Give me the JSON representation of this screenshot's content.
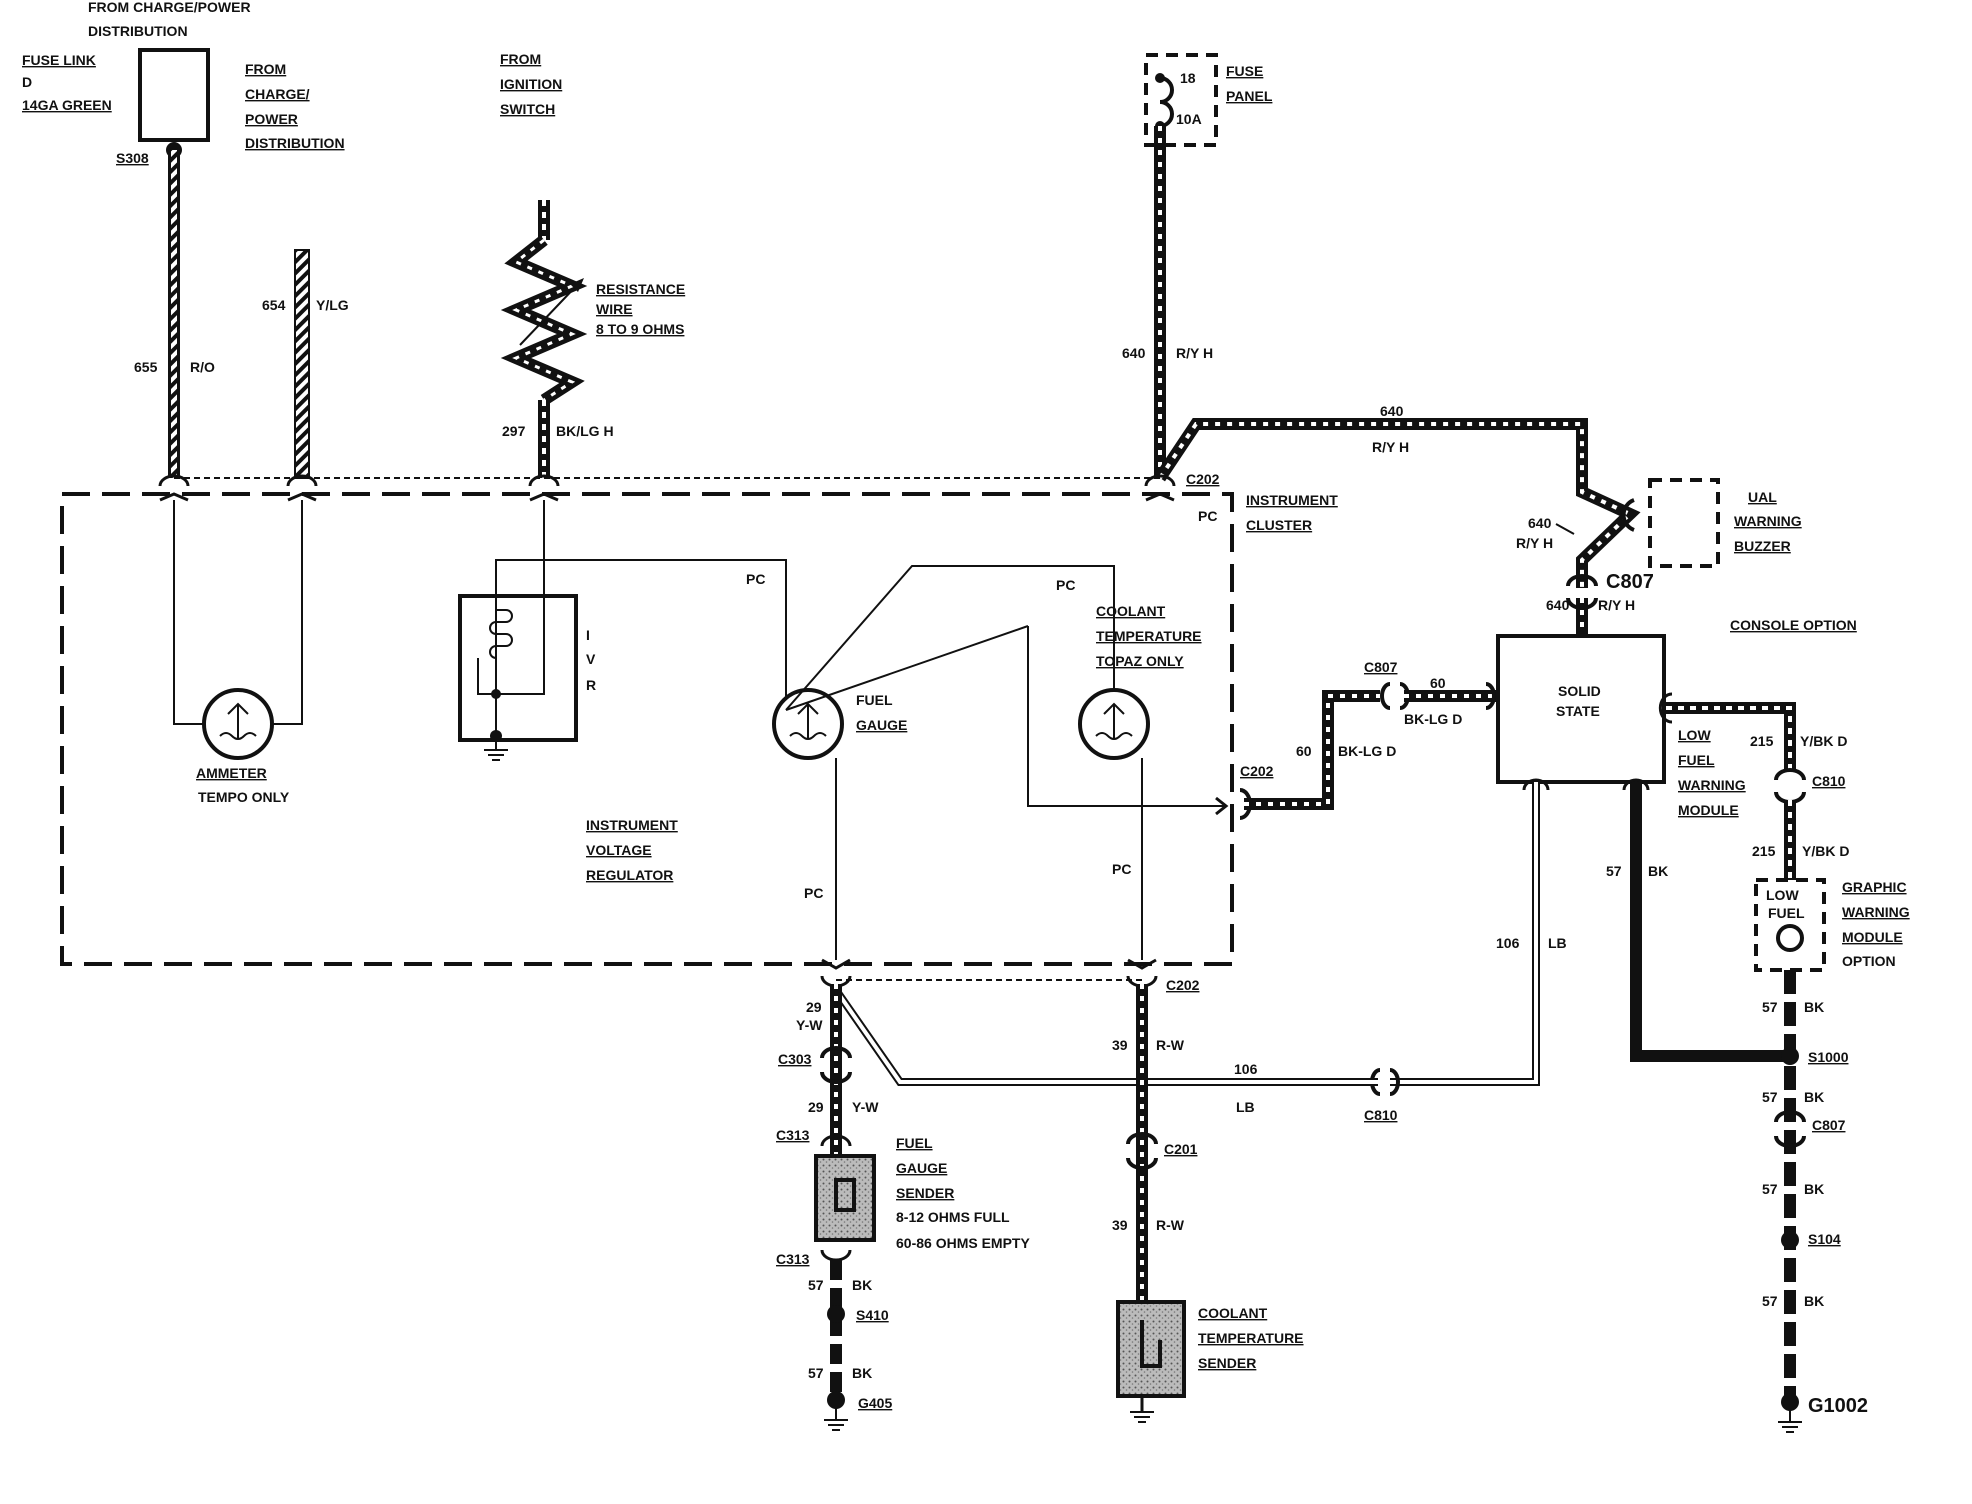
{
  "sources": {
    "charge_power_top": [
      "FROM CHARGE/POWER",
      "DISTRIBUTION"
    ],
    "fuse_link": [
      "FUSE LINK",
      "D",
      "14GA GREEN"
    ],
    "charge_power": [
      "FROM",
      "CHARGE/",
      "POWER",
      "DISTRIBUTION"
    ],
    "ignition": [
      "FROM",
      "IGNITION",
      "SWITCH"
    ],
    "fuse_panel": [
      "FUSE",
      "PANEL"
    ],
    "fuse_values": [
      "18",
      "10A"
    ]
  },
  "splices": {
    "s308": "S308",
    "s410": "S410",
    "s1000": "S1000",
    "s104": "S104"
  },
  "grounds": {
    "g405": "G405",
    "g1002": "G1002"
  },
  "connectors": {
    "c202_top": "C202",
    "c202_right": "C202",
    "c202_bottom": "C202",
    "c807_buzzer": "C807",
    "c807_module": "C807",
    "c807_lower": "C807",
    "c810_right": "C810",
    "c810_bottom": "C810",
    "c303": "C303",
    "c313_top": "C313",
    "c313_bottom": "C313",
    "c201": "C201"
  },
  "wires": {
    "w655": {
      "circuit": "655",
      "color": "R/O"
    },
    "w654": {
      "circuit": "654",
      "color": "Y/LG"
    },
    "w297": {
      "circuit": "297",
      "color": "BK/LG H"
    },
    "w640_fuse": {
      "circuit": "640",
      "color": "R/Y H"
    },
    "w640_top": {
      "circuit": "640",
      "color": "R/Y H"
    },
    "w640_buzzer": {
      "circuit": "640",
      "color": "R/Y H"
    },
    "w640_module": {
      "circuit": "640",
      "color": "R/Y H"
    },
    "w60_upper": {
      "circuit": "60",
      "color": "BK-LG D"
    },
    "w60_lower": {
      "circuit": "60",
      "color": "BK-LG D"
    },
    "w215_upper": {
      "circuit": "215",
      "color": "Y/BK D"
    },
    "w215_lower": {
      "circuit": "215",
      "color": "Y/BK D"
    },
    "w57_module": {
      "circuit": "57",
      "color": "BK"
    },
    "w106_vert": {
      "circuit": "106",
      "color": "LB"
    },
    "w106_horiz": {
      "circuit": "106",
      "color": "LB"
    },
    "w29_upper": {
      "circuit": "29",
      "color": "Y-W"
    },
    "w29_lower": {
      "circuit": "29",
      "color": "Y-W"
    },
    "w39_upper": {
      "circuit": "39",
      "color": "R-W"
    },
    "w39_lower": {
      "circuit": "39",
      "color": "R-W"
    },
    "w57_fuel1": {
      "circuit": "57",
      "color": "BK"
    },
    "w57_fuel2": {
      "circuit": "57",
      "color": "BK"
    },
    "w57_r1": {
      "circuit": "57",
      "color": "BK"
    },
    "w57_r2": {
      "circuit": "57",
      "color": "BK"
    },
    "w57_r3": {
      "circuit": "57",
      "color": "BK"
    },
    "w57_r4": {
      "circuit": "57",
      "color": "BK"
    }
  },
  "cluster": {
    "title": [
      "INSTRUMENT",
      "CLUSTER"
    ],
    "pc_labels": [
      "PC",
      "PC",
      "PC",
      "PC",
      "PC"
    ],
    "ammeter": [
      "AMMETER",
      "TEMPO ONLY"
    ],
    "ivr_letters": [
      "I",
      "V",
      "R"
    ],
    "ivr": [
      "INSTRUMENT",
      "VOLTAGE",
      "REGULATOR"
    ],
    "fuel_gauge": [
      "FUEL",
      "GAUGE"
    ],
    "coolant_gauge": [
      "COOLANT",
      "TEMPERATURE",
      "TOPAZ ONLY"
    ]
  },
  "resistance_wire": [
    "RESISTANCE",
    "WIRE",
    "8 TO 9 OHMS"
  ],
  "buzzer": [
    "UAL",
    "WARNING",
    "BUZZER"
  ],
  "console_option": "CONSOLE OPTION",
  "module": {
    "inner": [
      "SOLID",
      "STATE"
    ],
    "name": [
      "LOW",
      "FUEL",
      "WARNING",
      "MODULE"
    ]
  },
  "graphic_module": {
    "inner": [
      "LOW",
      "FUEL"
    ],
    "name": [
      "GRAPHIC",
      "WARNING",
      "MODULE",
      "OPTION"
    ]
  },
  "fuel_sender": [
    "FUEL",
    "GAUGE",
    "SENDER",
    "8-12 OHMS FULL",
    "60-86 OHMS EMPTY"
  ],
  "coolant_sender": [
    "COOLANT",
    "TEMPERATURE",
    "SENDER"
  ],
  "colors": {
    "ink": "#111111",
    "background": "#ffffff"
  }
}
